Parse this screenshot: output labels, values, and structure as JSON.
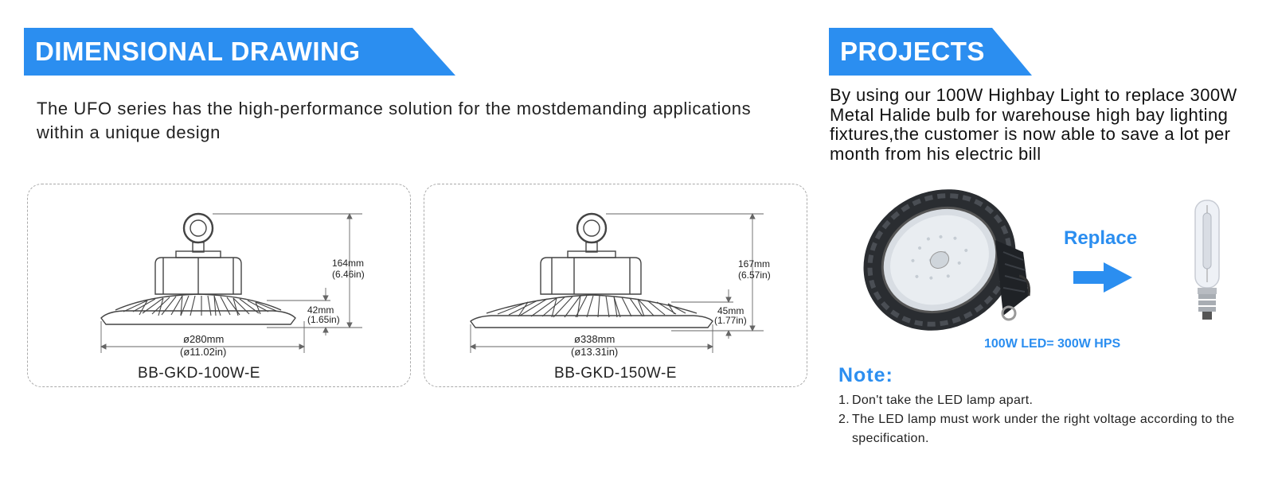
{
  "left_section": {
    "banner_title": "DIMENSIONAL DRAWING",
    "intro_text": "The UFO series has the high-performance solution for the mostdemanding applications within a unique design",
    "drawings": [
      {
        "model": "BB-GKD-100W-E",
        "height_mm": "164mm",
        "height_in": "(6.46in)",
        "body_mm": "42mm",
        "body_in": "(1.65in)",
        "diameter_mm": "ø280mm",
        "diameter_in": "(ø11.02in)"
      },
      {
        "model": "BB-GKD-150W-E",
        "height_mm": "167mm",
        "height_in": "(6.57in)",
        "body_mm": "45mm",
        "body_in": "(1.77in)",
        "diameter_mm": "ø338mm",
        "diameter_in": "(ø13.31in)"
      }
    ]
  },
  "right_section": {
    "banner_title": "PROJECTS",
    "description": "By using our 100W Highbay Light to replace 300W Metal Halide bulb for warehouse high bay lighting fixtures,the customer is now able to save a lot per month from his electric bill",
    "replace_label": "Replace",
    "equivalence_label": "100W LED= 300W HPS",
    "note_title": "Note:",
    "notes": [
      {
        "num": "1.",
        "text": "Don't take the LED lamp apart."
      },
      {
        "num": "2.",
        "text": "The LED lamp must work under the right voltage according to the specification."
      }
    ]
  },
  "colors": {
    "banner_blue": "#2b8ef0",
    "accent_blue": "#2b8ef0"
  },
  "icons": {
    "led_highbay": "ufo-led-highbay-light-icon",
    "arrow": "right-arrow-icon",
    "hps_bulb": "metal-halide-bulb-icon"
  }
}
